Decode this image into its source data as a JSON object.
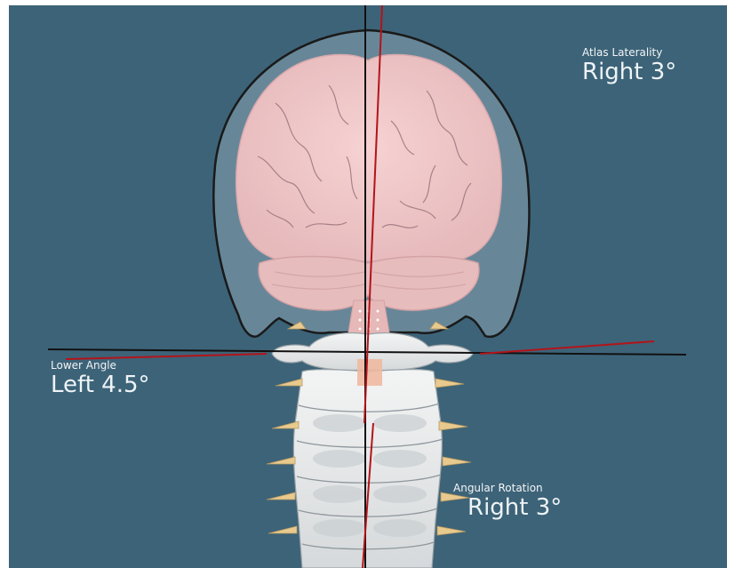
{
  "background_color": "#3d6378",
  "labels": {
    "atlas": {
      "title": "Atlas Laterality",
      "value": "Right 3°"
    },
    "lower": {
      "title": "Lower Angle",
      "value": "Left 4.5°"
    },
    "rotation": {
      "title": "Angular Rotation",
      "value": "Right 3°"
    }
  },
  "colors": {
    "reference_line": "#111111",
    "measure_line": "#b3141a",
    "brain": "#f0c8c8",
    "skull": "#7f9aa8",
    "bone": "#e9ebec"
  }
}
